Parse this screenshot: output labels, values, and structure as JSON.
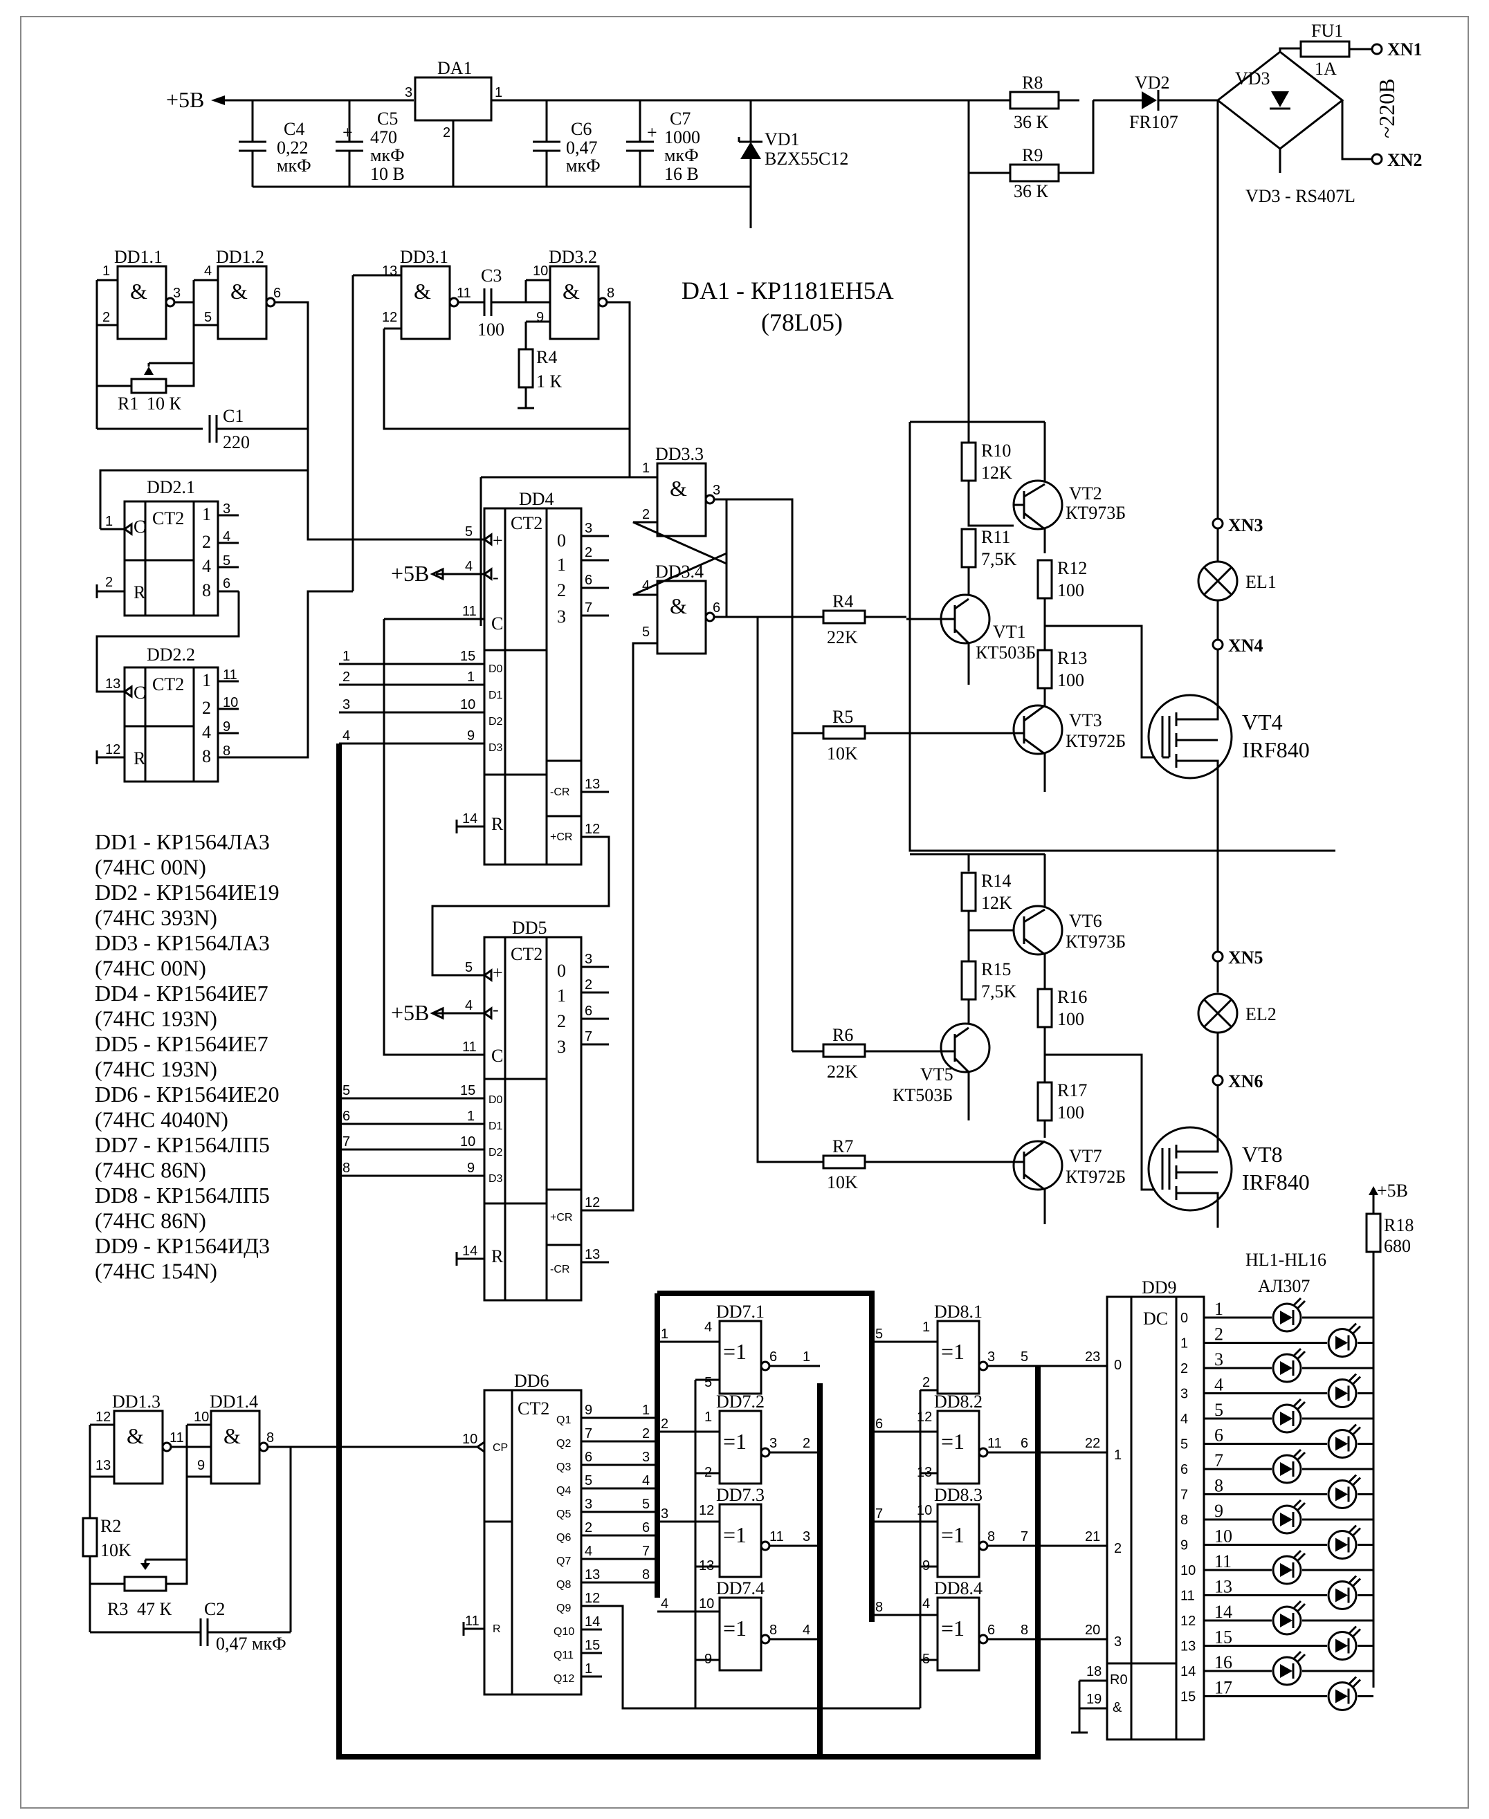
{
  "header": {
    "title": "DA1 - КР1181ЕН5А",
    "subtitle": "(78L05)"
  },
  "supply": {
    "label": "+5В",
    "ac_label": "~220В",
    "bridge_label": "VD3 - RS407L"
  },
  "connectors": {
    "xn1": "XN1",
    "xn2": "XN2",
    "xn3": "XN3",
    "xn4": "XN4",
    "xn5": "XN5",
    "xn6": "XN6"
  },
  "components": {
    "da1": "DA1",
    "fu1": "FU1",
    "fu1_val": "1А",
    "c4": "C4",
    "c4_val": "0,22",
    "c4_u": "мкФ",
    "c5": "C5",
    "c5_val": "470",
    "c5_u": "мкФ",
    "c5_v": "10 В",
    "c6": "C6",
    "c6_val": "0,47",
    "c6_u": "мкФ",
    "c7": "C7",
    "c7_val": "1000",
    "c7_u": "мкФ",
    "c7_v": "16 В",
    "vd1": "VD1",
    "vd1_val": "BZX55C12",
    "vd2": "VD2",
    "vd2_val": "FR107",
    "vd3": "VD3",
    "r8": "R8",
    "r8_val": "36 К",
    "r9": "R9",
    "r9_val": "36 К",
    "dd1_1": "DD1.1",
    "dd1_2": "DD1.2",
    "dd1_3": "DD1.3",
    "dd1_4": "DD1.4",
    "dd2_1": "DD2.1",
    "dd2_2": "DD2.2",
    "dd3_1": "DD3.1",
    "dd3_2": "DD3.2",
    "dd3_3": "DD3.3",
    "dd3_4": "DD3.4",
    "c3": "C3",
    "c3_val": "100",
    "r4a": "R4",
    "r4a_val": "1 К",
    "r1": "R1",
    "r1_val": "10 К",
    "c1": "C1",
    "c1_val": "220",
    "dd4": "DD4",
    "dd5": "DD5",
    "dd6": "DD6",
    "dd9": "DD9",
    "dd7_1": "DD7.1",
    "dd7_2": "DD7.2",
    "dd7_3": "DD7.3",
    "dd7_4": "DD7.4",
    "dd8_1": "DD8.1",
    "dd8_2": "DD8.2",
    "dd8_3": "DD8.3",
    "dd8_4": "DD8.4",
    "r2": "R2",
    "r2_val": "10K",
    "r3": "R3",
    "r3_val": "47 К",
    "c2": "C2",
    "c2_val": "0,47 мкФ",
    "r10": "R10",
    "r10_val": "12K",
    "r11": "R11",
    "r11_val": "7,5K",
    "r12": "R12",
    "r12_val": "100",
    "r13": "R13",
    "r13_val": "100",
    "r4": "R4",
    "r4_val": "22K",
    "r5": "R5",
    "r5_val": "10K",
    "vt1": "VT1",
    "vt1_val": "КТ503Б",
    "vt2": "VT2",
    "vt2_val": "КТ973Б",
    "vt3": "VT3",
    "vt3_val": "КТ972Б",
    "vt4": "VT4",
    "vt4_val": "IRF840",
    "r14": "R14",
    "r14_val": "12K",
    "r15": "R15",
    "r15_val": "7,5K",
    "r16": "R16",
    "r16_val": "100",
    "r17": "R17",
    "r17_val": "100",
    "r6": "R6",
    "r6_val": "22K",
    "r7": "R7",
    "r7_val": "10K",
    "vt5": "VT5",
    "vt5_val": "КТ503Б",
    "vt6": "VT6",
    "vt6_val": "КТ973Б",
    "vt7": "VT7",
    "vt7_val": "КТ972Б",
    "vt8": "VT8",
    "vt8_val": "IRF840",
    "el1": "EL1",
    "el2": "EL2",
    "r18": "R18",
    "r18_val": "680",
    "hl": "HL1-HL16",
    "hl_val": "АЛ307"
  },
  "chip_labels": {
    "ct2": "СТ2",
    "dc": "DC",
    "c": "C",
    "r": "R",
    "cp": "CP",
    "r0": "R0",
    "amp": "&",
    "xor": "=1",
    "and": "&",
    "cr_minus": "-CR",
    "cr_plus": "+CR",
    "plus": "+",
    "minus": "-"
  },
  "parts_list": [
    "DD1 - КР1564ЛА3",
    "(74HC 00N)",
    "DD2 - КР1564ИЕ19",
    "(74HC 393N)",
    "DD3 - КР1564ЛА3",
    "(74HC 00N)",
    "DD4 - КР1564ИЕ7",
    "(74HC 193N)",
    "DD5 - КР1564ИЕ7",
    "(74HC 193N)",
    "DD6 - КР1564ИЕ20",
    "(74HC 4040N)",
    "DD7 - КР1564ЛП5",
    "(74HC 86N)",
    "DD8 - КР1564ЛП5",
    "(74HC 86N)",
    "DD9 - КР1564ИД3",
    "(74HC 154N)"
  ]
}
